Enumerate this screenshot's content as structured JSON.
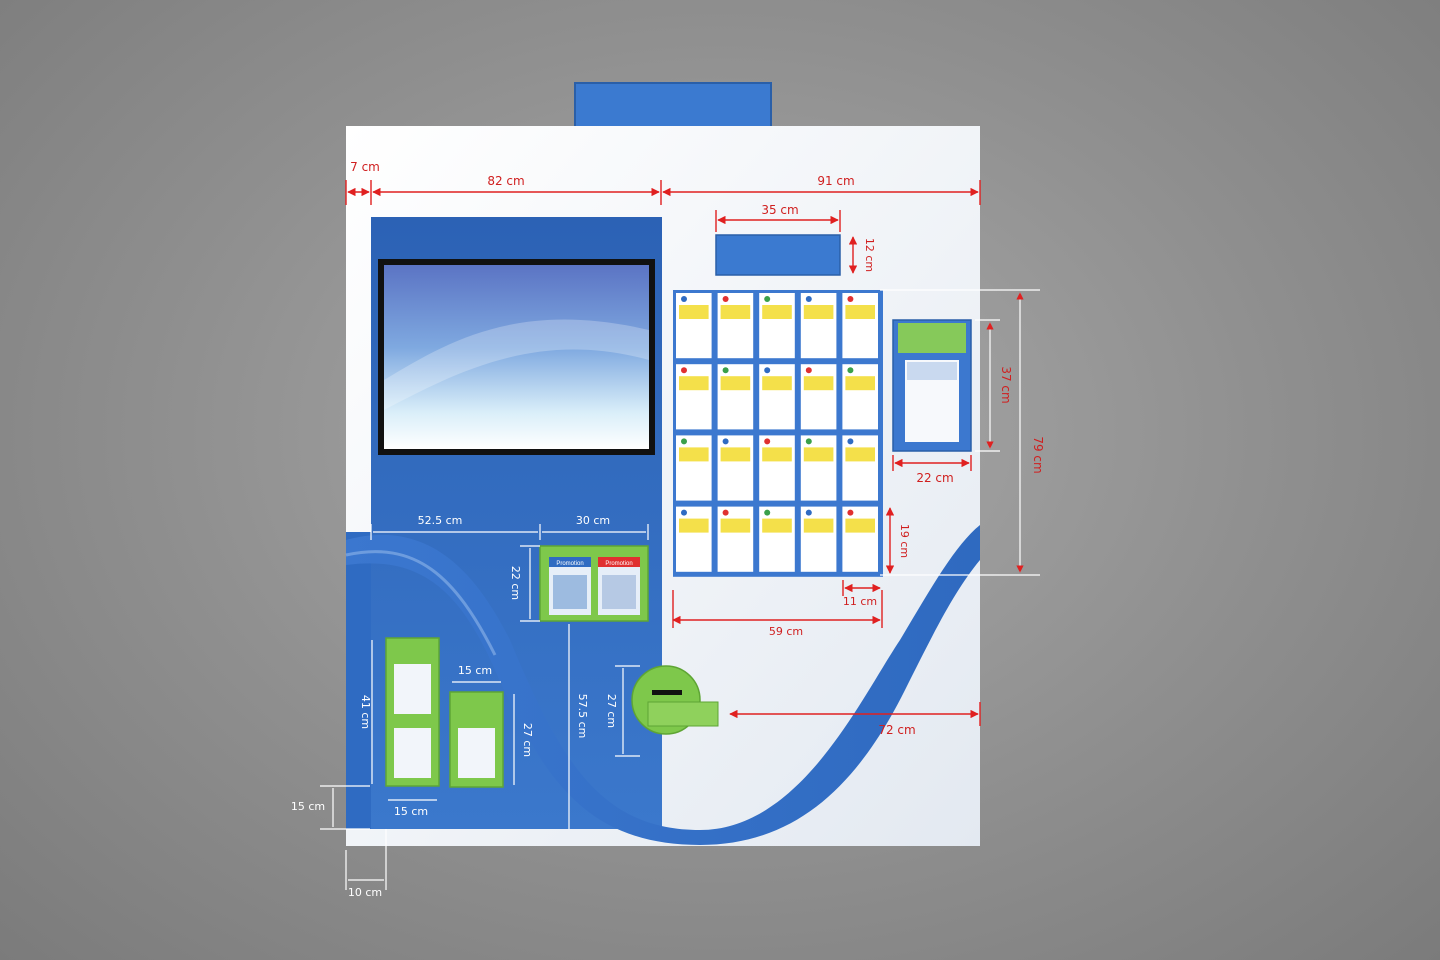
{
  "colors": {
    "background": "#8f8f8f",
    "panel": "#eef2f7",
    "blue": "#2f6fc4",
    "blue_light": "#4a86d6",
    "green": "#7ec84b",
    "dimension": "#d01f1f"
  },
  "leaflets": {
    "brochure_tabs": [
      "Promotion",
      "Promotion"
    ]
  },
  "dimensions": [
    {
      "key": "d7",
      "label": "7 cm"
    },
    {
      "key": "d82",
      "label": "82 cm"
    },
    {
      "key": "d91",
      "label": "91 cm"
    },
    {
      "key": "d35",
      "label": "35 cm"
    },
    {
      "key": "d12",
      "label": "12 cm"
    },
    {
      "key": "d37",
      "label": "37 cm"
    },
    {
      "key": "d79",
      "label": "79 cm"
    },
    {
      "key": "d22a",
      "label": "22 cm"
    },
    {
      "key": "d19",
      "label": "19 cm"
    },
    {
      "key": "d11",
      "label": "11 cm"
    },
    {
      "key": "d59",
      "label": "59 cm"
    },
    {
      "key": "d72",
      "label": "72 cm"
    },
    {
      "key": "d52",
      "label": "52.5 cm"
    },
    {
      "key": "d30",
      "label": "30 cm"
    },
    {
      "key": "d22b",
      "label": "22 cm"
    },
    {
      "key": "d57",
      "label": "57.5 cm"
    },
    {
      "key": "d27a",
      "label": "27 cm"
    },
    {
      "key": "d41",
      "label": "41 cm"
    },
    {
      "key": "d15a",
      "label": "15 cm"
    },
    {
      "key": "d27b",
      "label": "27 cm"
    },
    {
      "key": "d15b",
      "label": "15 cm"
    },
    {
      "key": "d15c",
      "label": "15 cm"
    },
    {
      "key": "d10",
      "label": "10 cm"
    }
  ]
}
